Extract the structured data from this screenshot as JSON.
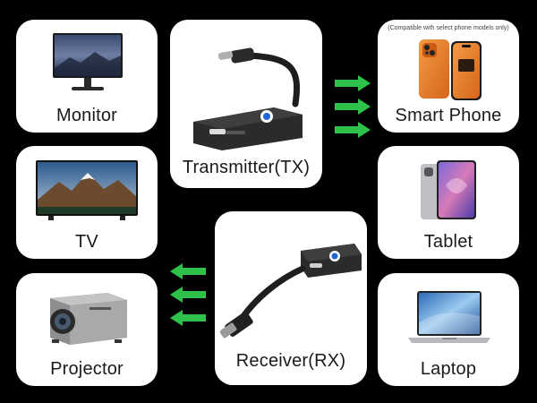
{
  "cards": {
    "monitor": {
      "label": "Monitor",
      "icon": "monitor-icon"
    },
    "transmitter": {
      "label": "Transmitter(TX)",
      "icon": "transmitter-dongle-icon"
    },
    "smart_phone": {
      "label": "Smart Phone",
      "icon": "smartphone-icon",
      "note": "(Compatible with select phone models only)"
    },
    "tv": {
      "label": "TV",
      "icon": "tv-icon"
    },
    "tablet": {
      "label": "Tablet",
      "icon": "tablet-icon"
    },
    "projector": {
      "label": "Projector",
      "icon": "projector-icon"
    },
    "receiver": {
      "label": "Receiver(RX)",
      "icon": "receiver-dongle-icon"
    },
    "laptop": {
      "label": "Laptop",
      "icon": "laptop-icon"
    }
  },
  "arrows": {
    "color": "#2ec24a",
    "right_group_icon": "arrow-right-icon",
    "left_group_icon": "arrow-left-icon"
  }
}
